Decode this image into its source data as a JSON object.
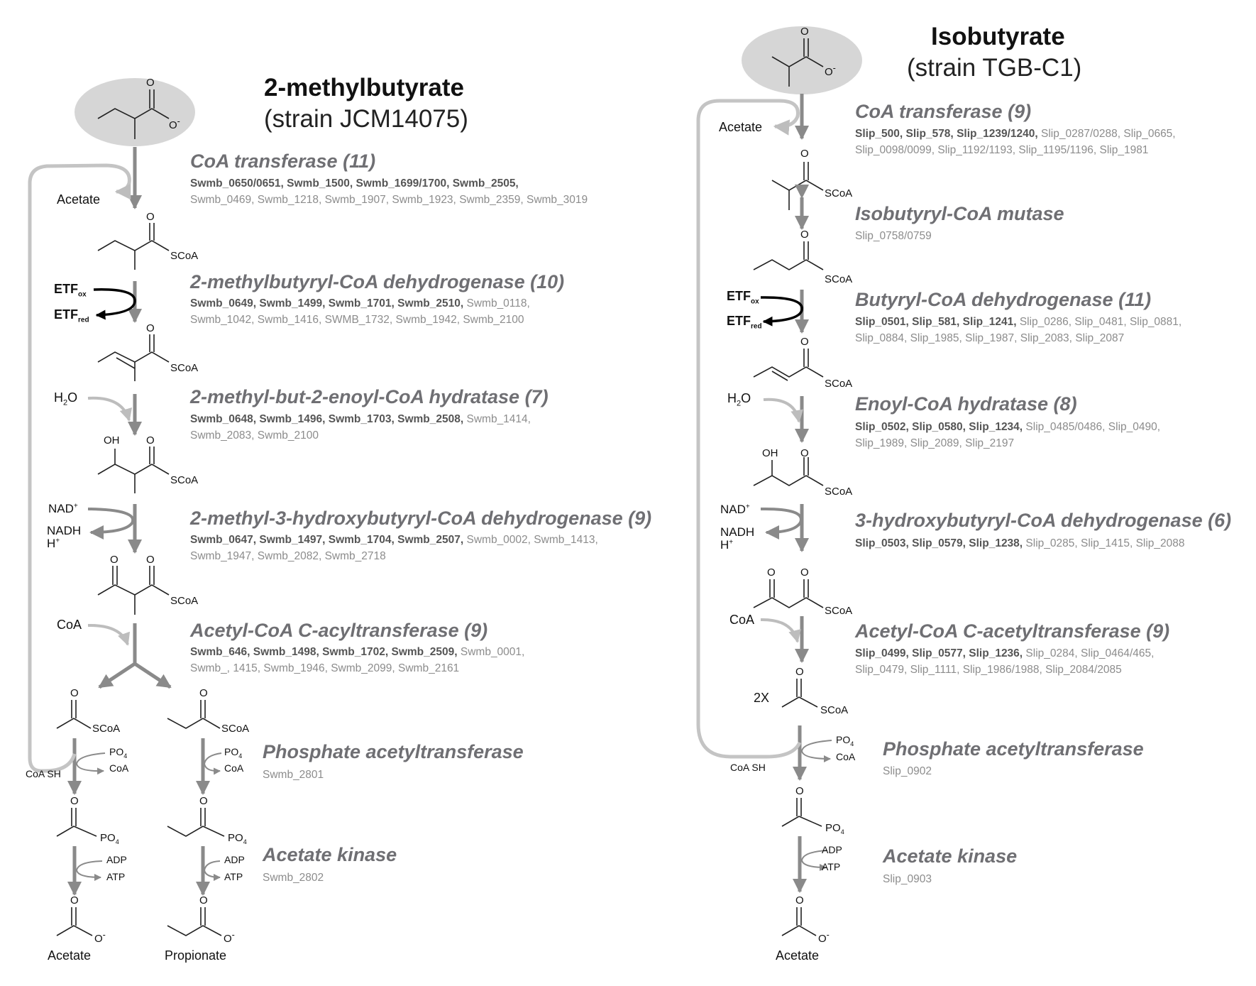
{
  "left": {
    "title": "2-methylbutyrate",
    "strain": "(strain JCM14075)",
    "steps": [
      {
        "enzyme": "CoA transferase (11)",
        "genes_bold": [
          "Swmb_0650/0651,",
          "Swmb_1500,",
          "Swmb_1699/1700,",
          "Swmb_2505,"
        ],
        "genes_other": [
          "Swmb_0469,",
          "Swmb_1218,",
          "Swmb_1907,",
          "Swmb_1923,",
          "Swmb_2359,",
          "Swmb_3019"
        ]
      },
      {
        "enzyme": "2-methylbutyryl-CoA dehydrogenase (10)",
        "genes_bold": [
          "Swmb_0649,",
          "Swmb_1499,",
          "Swmb_1701,",
          "Swmb_2510,"
        ],
        "genes_other": [
          "Swmb_0118,",
          "Swmb_1042,",
          "Swmb_1416,",
          "SWMB_1732,",
          "Swmb_1942,",
          "Swmb_2100"
        ]
      },
      {
        "enzyme": "2-methyl-but-2-enoyl-CoA hydratase (7)",
        "genes_bold": [
          "Swmb_0648,",
          "Swmb_1496,",
          "Swmb_1703,",
          "Swmb_2508,"
        ],
        "genes_other": [
          "Swmb_1414,",
          "Swmb_2083,",
          "Swmb_2100"
        ]
      },
      {
        "enzyme": "2-methyl-3-hydroxybutyryl-CoA dehydrogenase (9)",
        "genes_bold": [
          "Swmb_0647,",
          "Swmb_1497,",
          "Swmb_1704,",
          "Swmb_2507,"
        ],
        "genes_other": [
          "Swmb_0002,",
          "Swmb_1413,",
          "Swmb_1947,",
          "Swmb_2082,",
          "Swmb_2718"
        ]
      },
      {
        "enzyme": "Acetyl-CoA C-acyltransferase (9)",
        "genes_bold": [
          "Swmb_646,",
          "Swmb_1498,",
          "Swmb_1702,",
          "Swmb_2509,"
        ],
        "genes_other": [
          "Swmb_0001,",
          "Swmb_,",
          "1415,",
          "Swmb_1946,",
          "Swmb_2099,",
          "Swmb_2161"
        ]
      },
      {
        "enzyme": "Phosphate acetyltransferase",
        "genes_bold": [],
        "genes_other": [
          "Swmb_2801"
        ]
      },
      {
        "enzyme": "Acetate kinase",
        "genes_bold": [],
        "genes_other": [
          "Swmb_2802"
        ]
      }
    ],
    "labels": {
      "acetate_side": "Acetate",
      "h2o": "H2O",
      "nad": "NAD+",
      "nadh": "NADH",
      "h": "H+",
      "coa": "CoA",
      "coash": "CoA SH",
      "po4": "PO4",
      "coa2": "CoA",
      "adp": "ADP",
      "atp": "ATP",
      "product1": "Acetate",
      "product2": "Propionate",
      "scoa": "SCoA",
      "etf_ox": "ETF",
      "etf_red": "ETF"
    }
  },
  "right": {
    "title": "Isobutyrate",
    "strain": "(strain TGB-C1)",
    "steps": [
      {
        "enzyme": "CoA transferase (9)",
        "genes_bold": [
          "Slip_500,",
          "Slip_578,",
          "Slip_1239/1240,"
        ],
        "genes_other": [
          "Slip_0287/0288,",
          "Slip_0665,",
          "Slip_0098/0099,",
          "Slip_1192/1193,",
          "Slip_1195/1196,",
          "Slip_1981"
        ]
      },
      {
        "enzyme": "Isobutyryl-CoA mutase",
        "genes_bold": [],
        "genes_other": [
          "Slip_0758/0759"
        ]
      },
      {
        "enzyme": "Butyryl-CoA dehydrogenase (11)",
        "genes_bold": [
          "Slip_0501,",
          "Slip_581,",
          "Slip_1241,"
        ],
        "genes_other": [
          "Slip_0286,",
          "Slip_0481,",
          "Slip_0881,",
          "Slip_0884,",
          "Slip_1985,",
          "Slip_1987,",
          "Slip_2083,",
          "Slip_2087"
        ]
      },
      {
        "enzyme": "Enoyl-CoA hydratase (8)",
        "genes_bold": [
          "Slip_0502,",
          "Slip_0580,",
          "Slip_1234,"
        ],
        "genes_other": [
          "Slip_0485/0486,",
          "Slip_0490,",
          "Slip_1989,",
          "Slip_2089,",
          "Slip_2197"
        ]
      },
      {
        "enzyme": "3-hydroxybutyryl-CoA dehydrogenase (6)",
        "genes_bold": [
          "Slip_0503,",
          "Slip_0579,",
          "Slip_1238,"
        ],
        "genes_other": [
          "Slip_0285,",
          "Slip_1415,",
          "Slip_2088"
        ]
      },
      {
        "enzyme": "Acetyl-CoA C-acetyltransferase (9)",
        "genes_bold": [
          "Slip_0499,",
          "Slip_0577,",
          "Slip_1236,"
        ],
        "genes_other": [
          "Slip_0284,",
          "Slip_0464/465,",
          "Slip_0479,",
          "Slip_1111,",
          "Slip_1986/1988,",
          "Slip_2084/2085"
        ]
      },
      {
        "enzyme": "Phosphate acetyltransferase",
        "genes_bold": [],
        "genes_other": [
          "Slip_0902"
        ]
      },
      {
        "enzyme": "Acetate kinase",
        "genes_bold": [],
        "genes_other": [
          "Slip_0903"
        ]
      }
    ],
    "labels": {
      "acetate_side": "Acetate",
      "h2o": "H2O",
      "nad": "NAD+",
      "nadh": "NADH",
      "h": "H+",
      "coa": "CoA",
      "twox": "2X",
      "coash": "CoA SH",
      "po4": "PO4",
      "coa2": "CoA",
      "adp": "ADP",
      "atp": "ATP",
      "product": "Acetate",
      "scoa": "SCoA",
      "etf_ox": "ETF",
      "etf_red": "ETF"
    }
  },
  "atoms": {
    "o": "O",
    "o_minus": "O-",
    "oh": "OH"
  },
  "colors": {
    "arrow_dark": "#8a8a8a",
    "arrow_light": "#bdbdbd",
    "ellipse": "#d6d6d6",
    "enzyme": "#6f6f73",
    "gene": "#8c8c8c"
  }
}
